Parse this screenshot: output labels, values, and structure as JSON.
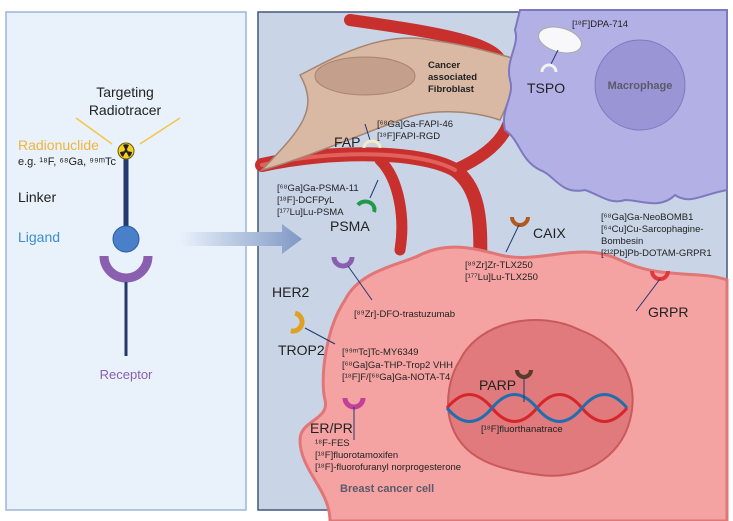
{
  "left_panel": {
    "title_line1": "Targeting",
    "title_line2": "Radiotracer",
    "radionuclide": "Radionuclide",
    "radionuclide_examples": "e.g. ¹⁸F, ⁶⁸Ga, ⁹⁹ᵐTc",
    "linker": "Linker",
    "ligand": "Ligand",
    "receptor": "Receptor"
  },
  "cells": {
    "fibroblast": [
      "Cancer",
      "associated",
      "Fibroblast"
    ],
    "macrophage": "Macrophage",
    "cancer_cell": "Breast cancer cell"
  },
  "targets": {
    "fap": {
      "label": "FAP",
      "tracers": [
        "[⁶⁸Ga]Ga-FAPI-46",
        "[¹⁸F]FAPI-RGD"
      ]
    },
    "psma": {
      "label": "PSMA",
      "tracers": [
        "[⁶⁸Ga]Ga-PSMA-11",
        "[¹⁸F]-DCFPyL",
        "[¹⁷⁷Lu]Lu-PSMA"
      ]
    },
    "tspo": {
      "label": "TSPO",
      "tracers": [
        "[¹⁸F]DPA-714"
      ]
    },
    "caix": {
      "label": "CAIX",
      "tracers": [
        "[⁸⁹Zr]Zr-TLX250",
        "[¹⁷⁷Lu]Lu-TLX250"
      ]
    },
    "grpr": {
      "label": "GRPR",
      "tracers": [
        "[⁶⁸Ga]Ga-NeoBOMB1",
        "[⁶⁴Cu]Cu-Sarcophagine-",
        "Bombesin",
        "[²¹²Pb]Pb-DOTAM-GRPR1"
      ]
    },
    "her2": {
      "label": "HER2",
      "tracers": [
        "[⁸⁹Zr]-DFO-trastuzumab"
      ]
    },
    "trop2": {
      "label": "TROP2",
      "tracers": [
        "[⁹⁹ᵐTc]Tc-MY6349",
        "[⁶⁸Ga]Ga-THP-Trop2 VHH",
        "[¹⁸F]F/[⁶⁸Ga]Ga-NOTA-T4"
      ]
    },
    "erpr": {
      "label": "ER/PR",
      "tracers": [
        "¹⁸F-FES",
        "[¹⁸F]fluorotamoxifen",
        "[¹⁸F]-fluorofuranyl norprogesterone"
      ]
    },
    "parp": {
      "label": "PARP",
      "tracers": [
        "[¹⁸F]fluorthanatrace"
      ]
    }
  },
  "colors": {
    "radionuclide": "#f0b43c",
    "ligand": "#3a8fd0",
    "receptor": "#8a5fb0",
    "vessel": "#c8302e",
    "fibroblast": "#d9b8a4",
    "macrophage": "#b3b0e6",
    "cancer_cell": "#f5a3a2"
  },
  "icons": [
    "radiation-icon",
    "arrow-right-icon",
    "dna-icon",
    "mitochondrion-icon"
  ]
}
